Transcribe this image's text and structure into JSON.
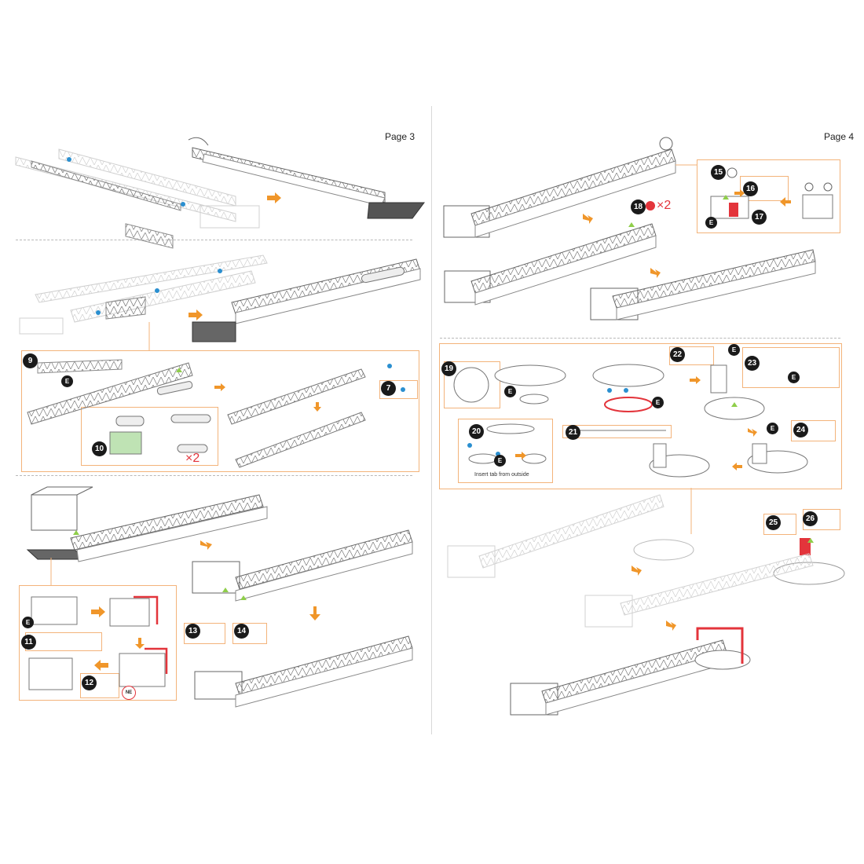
{
  "pages": [
    {
      "label": "Page 3"
    },
    {
      "label": "Page 4"
    }
  ],
  "steps": {
    "s7": "7",
    "s9": "9",
    "s10": "10",
    "s11": "11",
    "s12": "12",
    "s13": "13",
    "s14": "14",
    "s15": "15",
    "s16": "16",
    "s17": "17",
    "s18": "18",
    "s19": "19",
    "s20": "20",
    "s21": "21",
    "s22": "22",
    "s23": "23",
    "s24": "24",
    "s25": "25",
    "s26": "26"
  },
  "badge_letter": "E",
  "multiplier": "×2",
  "ne_label": "NE",
  "insert_caption": "Insert tab from outside",
  "colors": {
    "accent_orange": "#f0962a",
    "callout_border": "#f3b37a",
    "part_red": "#e3343b",
    "dot_blue": "#2a8fd0",
    "tab_green": "#8fce4a",
    "line_gray": "#8a8a8a",
    "ghost_gray": "#cfcfcf"
  }
}
